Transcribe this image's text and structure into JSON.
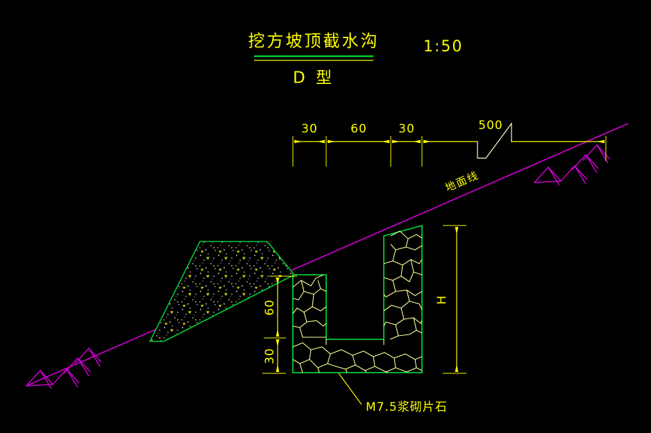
{
  "drawing": {
    "title_main": "挖方坡顶截水沟",
    "title_sub": "D 型",
    "scale": "1:50",
    "ground_line_label": "地面线",
    "material_note": "M7.5浆砌片石",
    "horizontal_dimensions": [
      {
        "label": "30"
      },
      {
        "label": "60"
      },
      {
        "label": "30"
      },
      {
        "label": "500"
      }
    ],
    "vertical_dimensions": [
      {
        "label": "60"
      },
      {
        "label": "30"
      }
    ],
    "height_dimension": {
      "label": "H"
    },
    "colors": {
      "background": "#000000",
      "dimension": "#ffff00",
      "text": "#ffff00",
      "structure_outline": "#00cc33",
      "hatch_stone": "#ffff99",
      "ground_line": "#cc00cc",
      "break_symbol": "#ffffcc",
      "title_rule_green": "#00cc33",
      "title_rule_yellow": "#ffff00"
    }
  }
}
